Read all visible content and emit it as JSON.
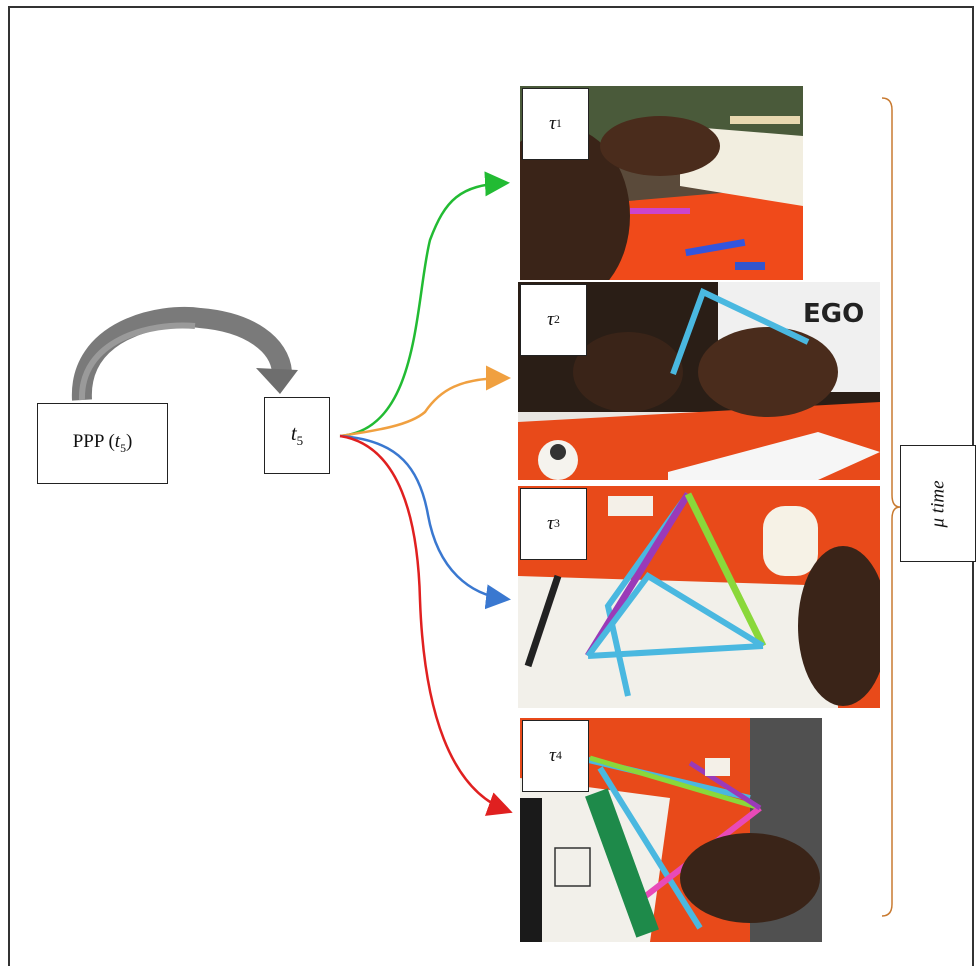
{
  "ppp_box": {
    "text": "PPP (",
    "var": "t",
    "sub": "5",
    "close": ")"
  },
  "t5_box": {
    "var": "t",
    "sub": "5"
  },
  "stages": [
    {
      "var": "τ",
      "sub": "1",
      "arrow_color": "#22bb33"
    },
    {
      "var": "τ",
      "sub": "2",
      "arrow_color": "#f0a040"
    },
    {
      "var": "τ",
      "sub": "3",
      "arrow_color": "#3a78d0"
    },
    {
      "var": "τ",
      "sub": "4",
      "arrow_color": "#e02020"
    }
  ],
  "mu_time": "μ time",
  "colors": {
    "loop_arrow": "#7a7a7a",
    "brace": "#c87a30",
    "border": "#222222"
  }
}
